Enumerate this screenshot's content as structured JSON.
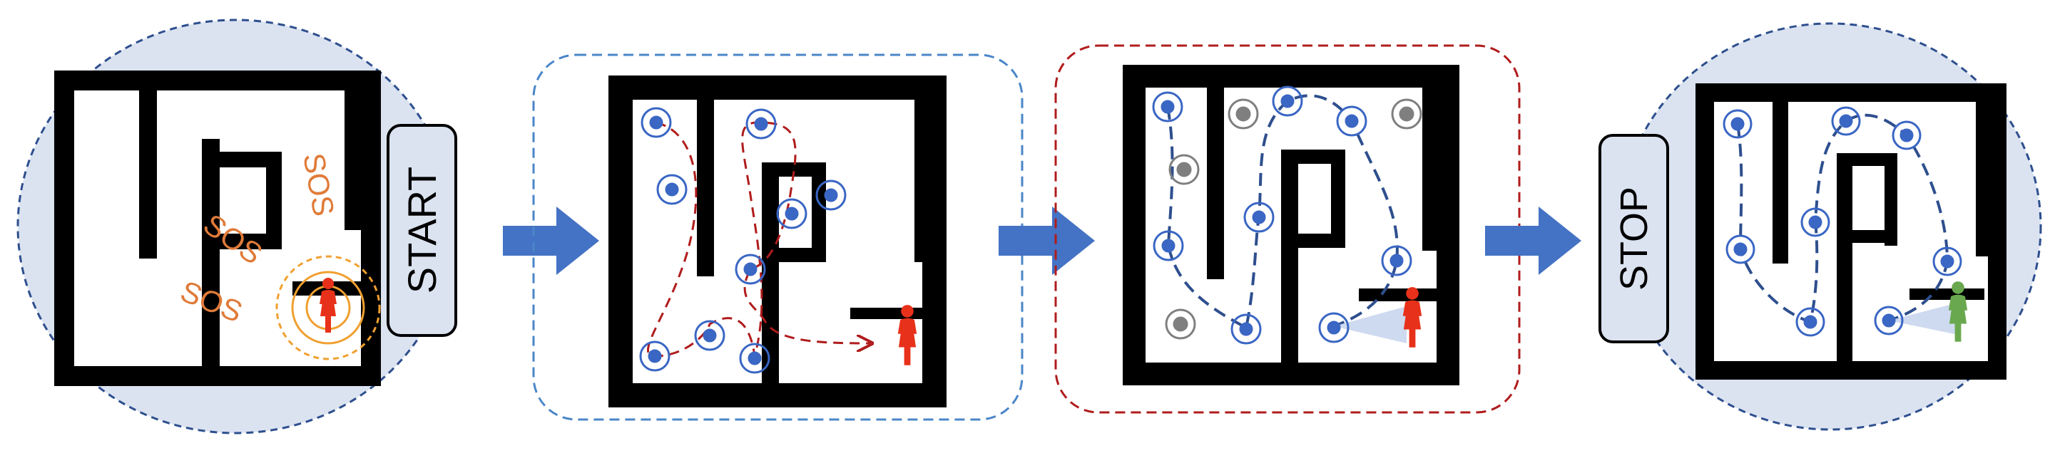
{
  "labels": {
    "start": "START",
    "stop": "STOP",
    "sos": [
      "SOS",
      "SOS",
      "SOS"
    ]
  },
  "colors": {
    "background_fill": "#dbe3f1",
    "dashed_blue": "#2e4f8e",
    "frame_blue": "#4a86c8",
    "frame_red": "#b01c1c",
    "arrow_blue": "#4472c4",
    "maze_wall": "#000000",
    "sos_orange": "#e07b39",
    "person_red": "#e8311a",
    "person_green": "#6aa84f",
    "drone_blue": "#3a66c4",
    "drone_gray": "#7f7f7f",
    "path_red": "#b01c1c",
    "path_blue": "#2e4f8e",
    "signal_orange": "#f0a030"
  },
  "icons": {
    "person": "person-icon",
    "drone": "drone-icon",
    "arrow": "right-arrow-icon"
  },
  "panels": [
    {
      "id": "initial-alert"
    },
    {
      "id": "exploration"
    },
    {
      "id": "detection"
    },
    {
      "id": "final"
    }
  ]
}
